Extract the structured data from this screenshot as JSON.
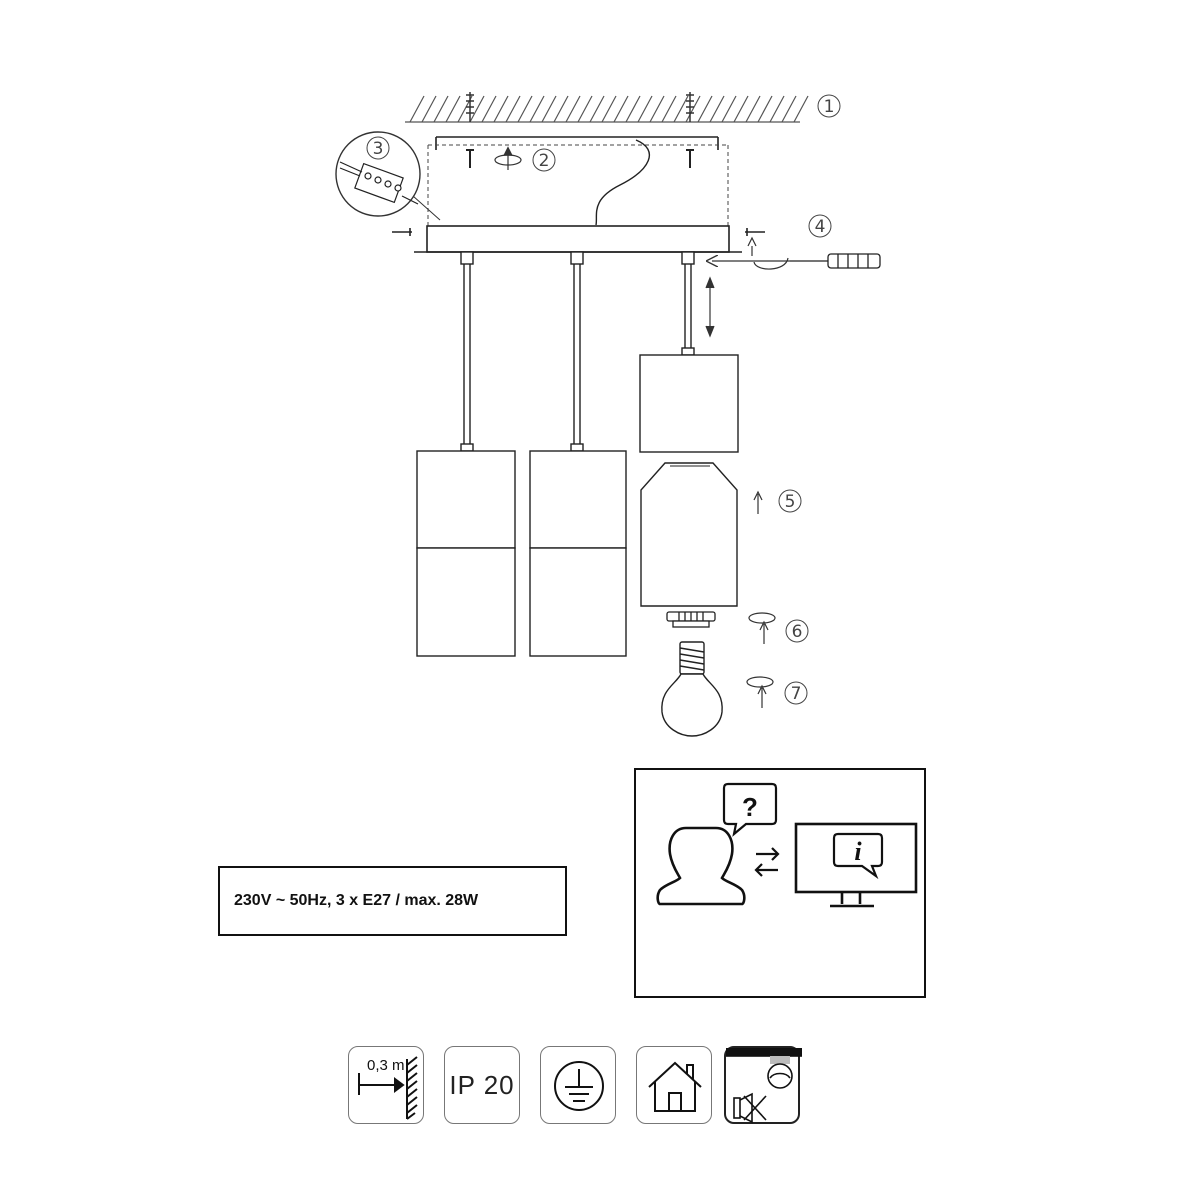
{
  "steps": {
    "s1": "1",
    "s2": "2",
    "s3": "3",
    "s4": "4",
    "s5": "5",
    "s6": "6",
    "s7": "7"
  },
  "spec": {
    "text": "230V ~ 50Hz, 3 x E27 / max. 28W"
  },
  "info_panel": {
    "question_glyph": "?",
    "info_glyph": "i"
  },
  "badges": {
    "distance_label": "0,3 m",
    "ip_rating": "IP 20",
    "icons": [
      "distance-to-wall-icon",
      "ip-rating-icon",
      "protective-earth-icon",
      "indoor-use-icon",
      "no-bulb-included-icon"
    ]
  }
}
